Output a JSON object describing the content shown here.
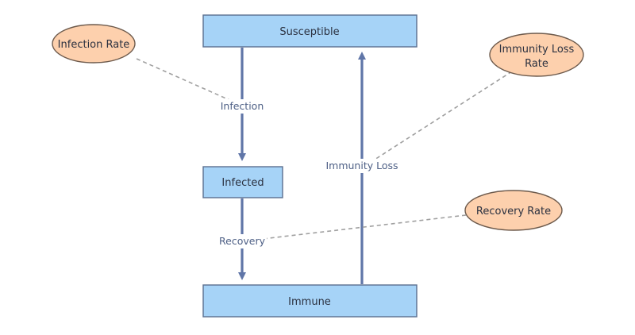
{
  "diagram": {
    "stocks": {
      "susceptible": "Susceptible",
      "infected": "Infected",
      "immune": "Immune"
    },
    "parameters": {
      "infection_rate": "Infection Rate",
      "immunity_loss_rate_line1": "Immunity Loss",
      "immunity_loss_rate_line2": "Rate",
      "recovery_rate": "Recovery Rate"
    },
    "flows": {
      "infection": "Infection",
      "immunity_loss": "Immunity Loss",
      "recovery": "Recovery"
    },
    "colors": {
      "stock_fill": "#a6d3f7",
      "parameter_fill": "#fdd0ad",
      "flow_line": "#6076a8",
      "link_line": "#a0a0a0"
    }
  }
}
